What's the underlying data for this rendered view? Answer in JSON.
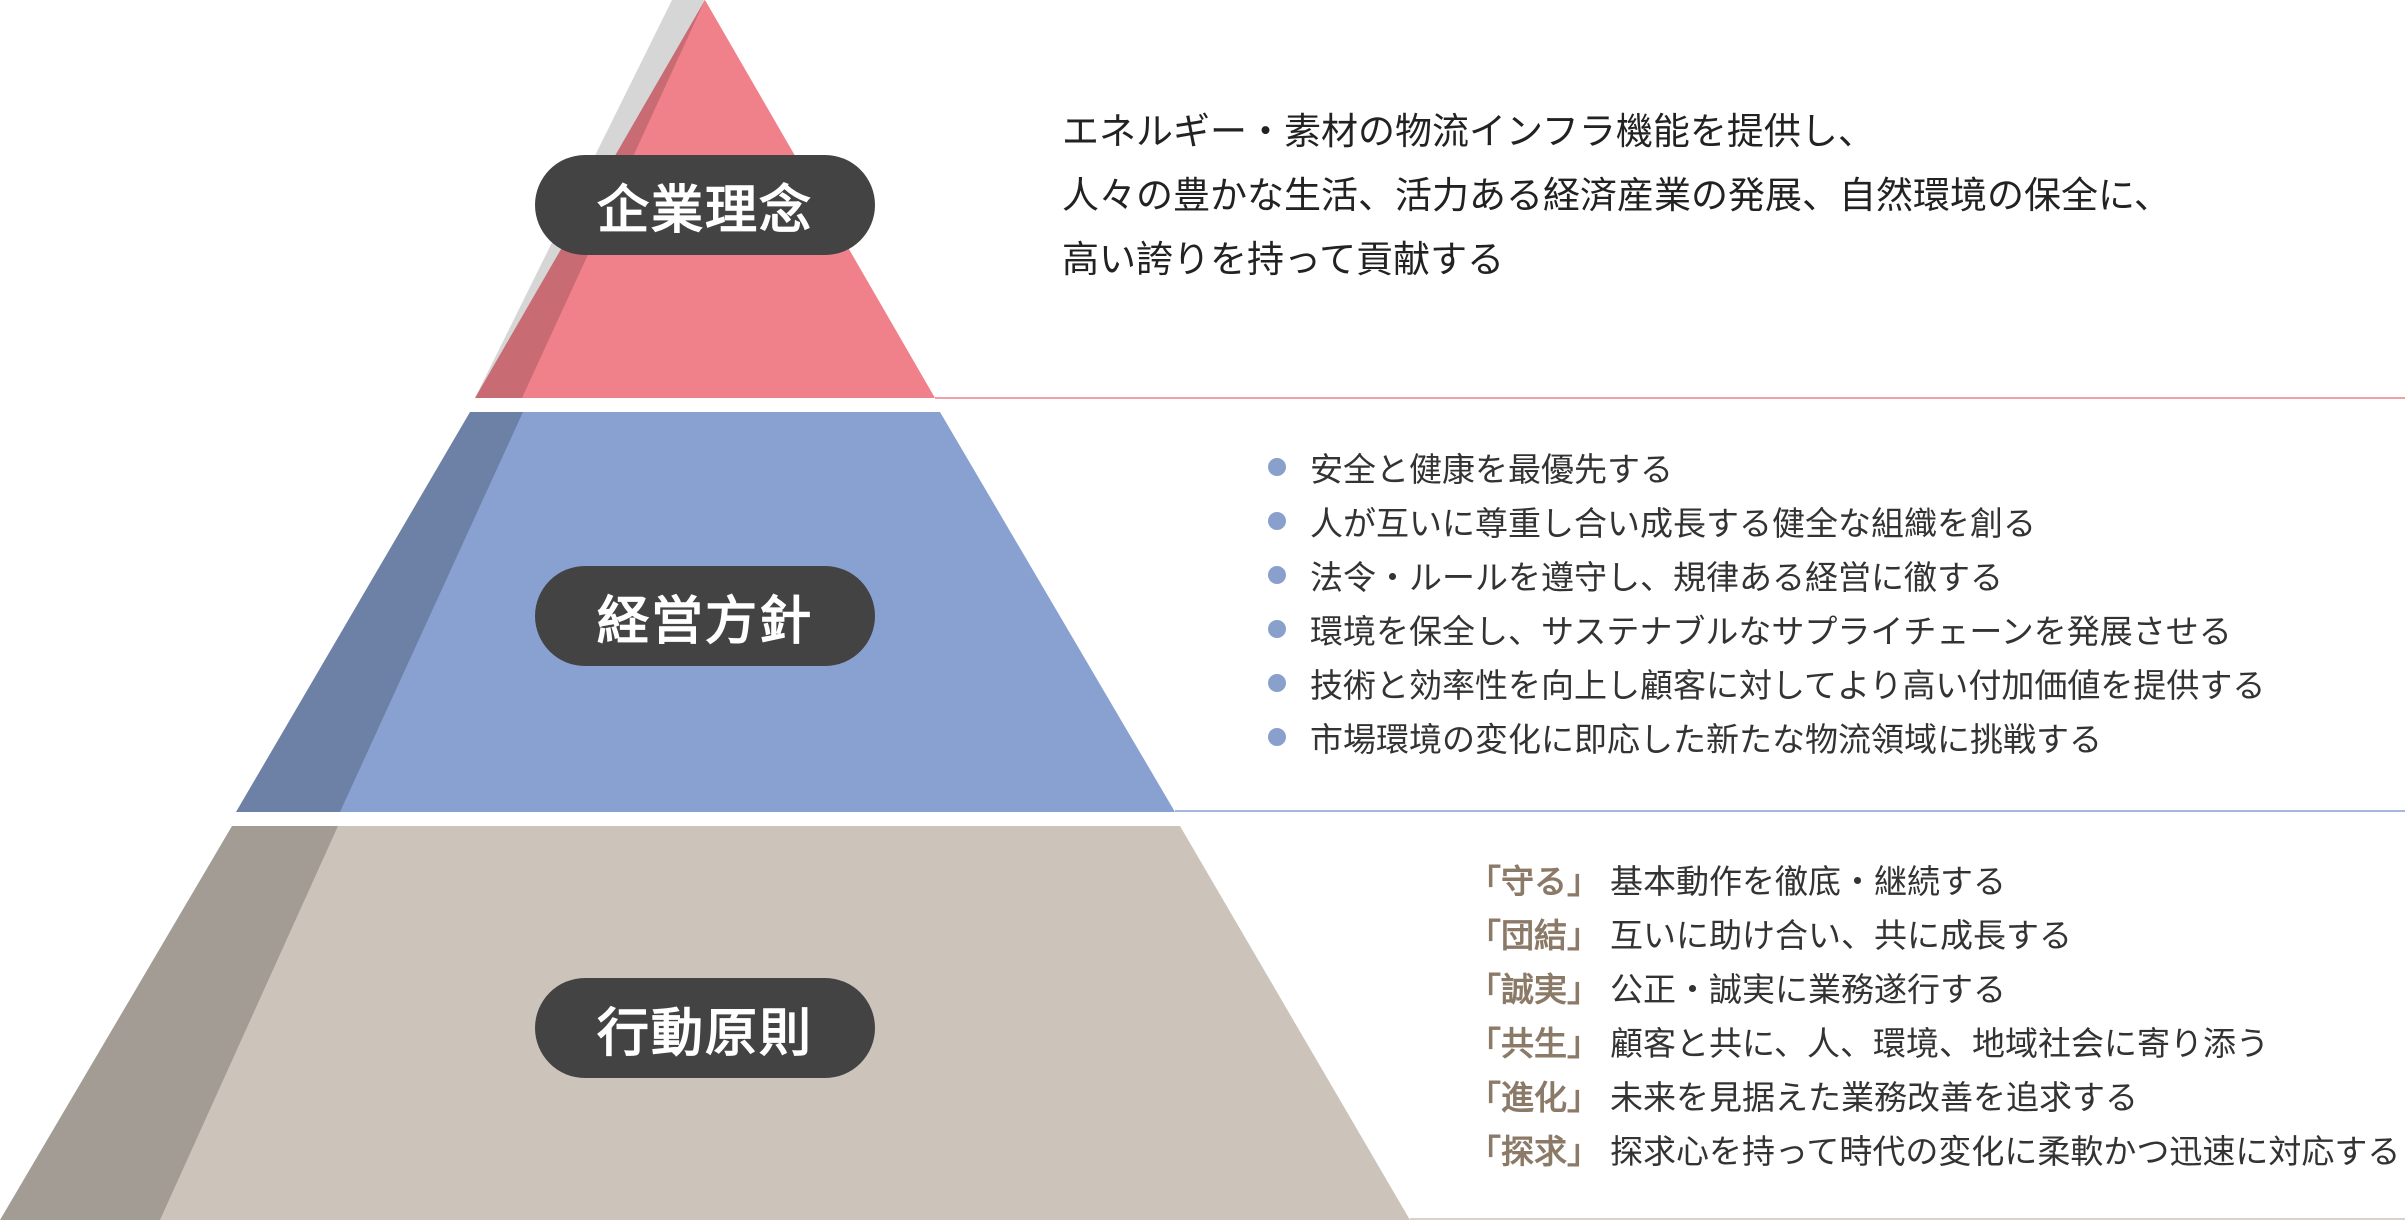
{
  "tiers": [
    {
      "label": "企業理念",
      "color": "#f08089"
    },
    {
      "label": "経営方針",
      "color": "#89a1d0"
    },
    {
      "label": "行動原則",
      "color": "#ccc4bb"
    }
  ],
  "philosophy": {
    "lines": [
      "エネルギー・素材の物流インフラ機能を提供し、",
      "人々の豊かな生活、活力ある経済産業の発展、自然環境の保全に、",
      "高い誇りを持って貢献する"
    ]
  },
  "policies": [
    "安全と健康を最優先する",
    "人が互いに尊重し合い成長する健全な組織を創る",
    "法令・ルールを遵守し、規律ある経営に徹する",
    "環境を保全し、サステナブルなサプライチェーンを発展させる",
    "技術と効率性を向上し顧客に対してより高い付加価値を提供する",
    "市場環境の変化に即応した新たな物流領域に挑戦する"
  ],
  "conduct": [
    {
      "key": "「守る」",
      "text": "基本動作を徹底・継続する"
    },
    {
      "key": "「団結」",
      "text": "互いに助け合い、共に成長する"
    },
    {
      "key": "「誠実」",
      "text": "公正・誠実に業務遂行する"
    },
    {
      "key": "「共生」",
      "text": "顧客と共に、人、環境、地域社会に寄り添う"
    },
    {
      "key": "「進化」",
      "text": "未来を見据えた業務改善を追求する"
    },
    {
      "key": "「探求」",
      "text": "探求心を持って時代の変化に柔軟かつ迅速に対応する"
    }
  ]
}
